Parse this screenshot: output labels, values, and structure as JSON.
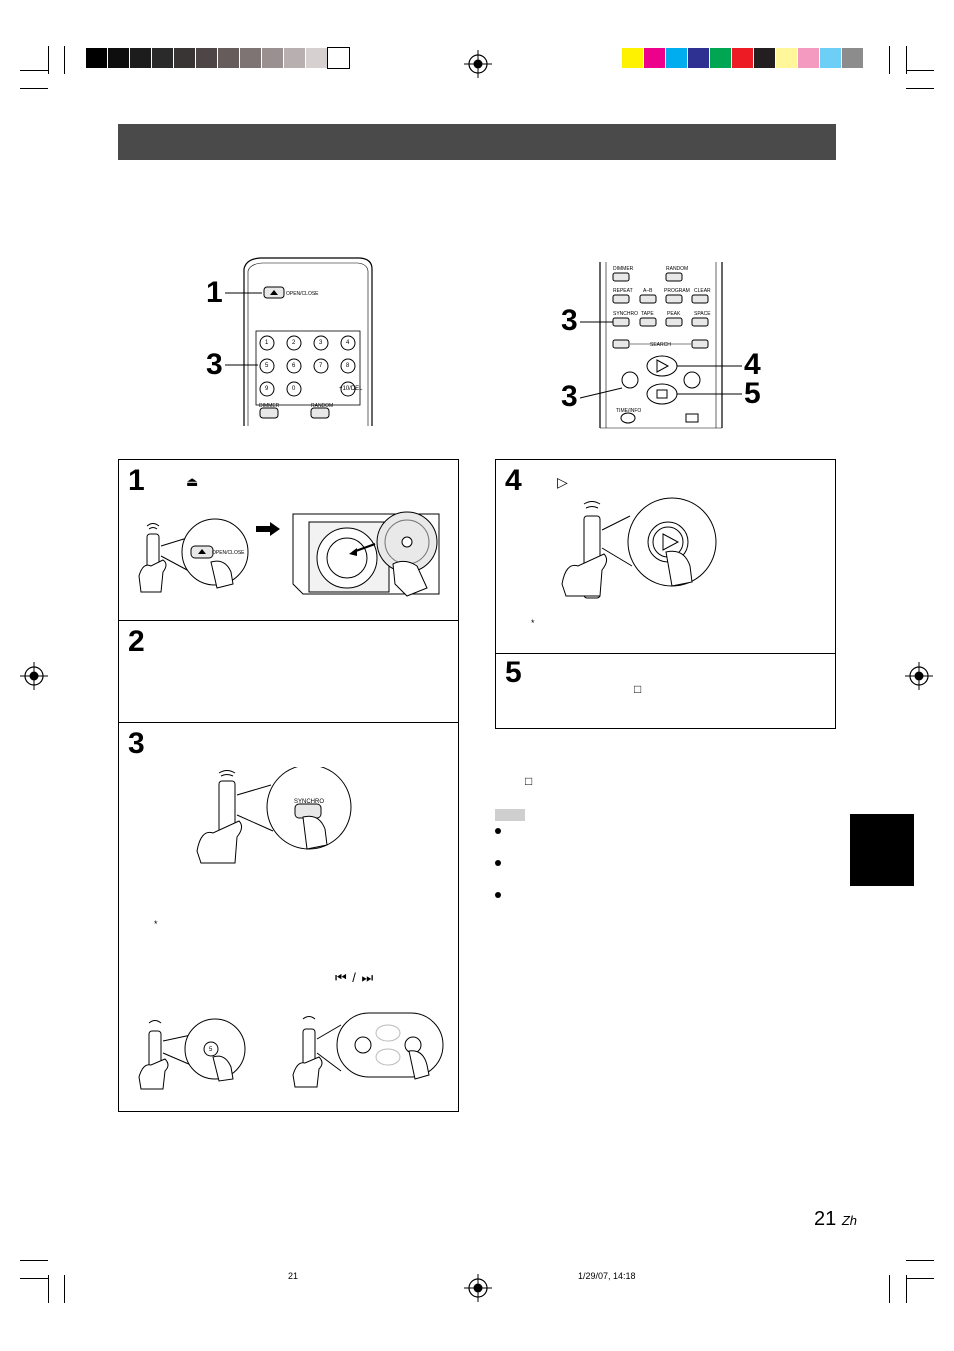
{
  "color_bars": {
    "left": [
      "#000000",
      "#0e0e0e",
      "#1c1c1c",
      "#2a2a2a",
      "#3a3535",
      "#4e4646",
      "#665c5c",
      "#7e7474",
      "#9a9090",
      "#b8b0b0",
      "#d6d0d0",
      "#ffffff"
    ],
    "right": [
      "#fff200",
      "#ec008c",
      "#00aeef",
      "#2e3192",
      "#00a651",
      "#ed1c24",
      "#231f20",
      "#fff799",
      "#f49ac1",
      "#6dcff6",
      "#8c8c8c"
    ]
  },
  "callouts": {
    "remote1_a": "1",
    "remote1_b": "3",
    "remote2_a": "3",
    "remote2_b": "3",
    "remote2_c": "4",
    "remote2_d": "5"
  },
  "remote1": {
    "open_close": "OPEN/CLOSE",
    "keys": [
      "1",
      "2",
      "3",
      "4",
      "5",
      "6",
      "7",
      "8",
      "9",
      "0",
      "+10/DEL"
    ],
    "dimmer": "DIMMER",
    "random": "RANDOM"
  },
  "remote2": {
    "row1": [
      "DIMMER",
      "RANDOM"
    ],
    "row2": [
      "REPEAT",
      "A–B",
      "PROGRAM",
      "CLEAR"
    ],
    "row3": [
      "SYNCHRO",
      "TAPE",
      "PEAK",
      "SPACE"
    ],
    "search": "SEARCH",
    "time_info": "TIME/INFO"
  },
  "steps": {
    "s1": "1",
    "s2": "2",
    "s3": "3",
    "s4": "4",
    "s5": "5",
    "eject_glyph": "⏏",
    "play_glyph": "▷",
    "stop_glyph": "□",
    "asterisk": "*",
    "skip_glyphs": "⏮ / ⏭",
    "step1_button": "OPEN/CLOSE",
    "step3_button": "SYNCHRO",
    "step3_key": "5"
  },
  "note_text_stop": "□",
  "page_number": "21",
  "page_suffix": "Zh",
  "footer": {
    "left": "21",
    "right": "1/29/07, 14:18"
  }
}
